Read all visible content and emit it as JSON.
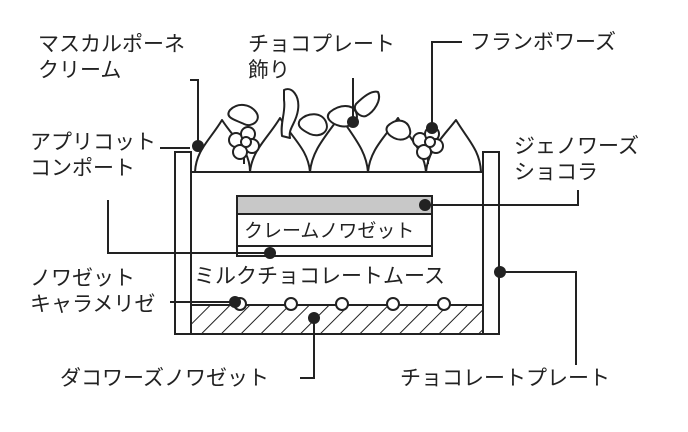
{
  "labels": {
    "mascarpone_cream": [
      "マスカルポーネ",
      "クリーム"
    ],
    "chocolate_plate_decoration": [
      "チョコプレート",
      "飾り"
    ],
    "framboise": [
      "フランボワーズ"
    ],
    "apricot_compote": [
      "アプリコット",
      "コンポート"
    ],
    "genoise_chocolat": [
      "ジェノワーズ",
      "ショコラ"
    ],
    "creme_noisette": [
      "クレームノワゼット"
    ],
    "milk_chocolate_mousse": [
      "ミルクチョコレートムース"
    ],
    "noisette_caramelise": [
      "ノワゼット",
      "キャラメリゼ"
    ],
    "dacquoise_noisette": [
      "ダコワーズノワゼット"
    ],
    "chocolate_plate": [
      "チョコレートプレート"
    ]
  },
  "colors": {
    "line": "#222222",
    "sponge_fill": "#c8c8c8",
    "background": "#ffffff"
  }
}
